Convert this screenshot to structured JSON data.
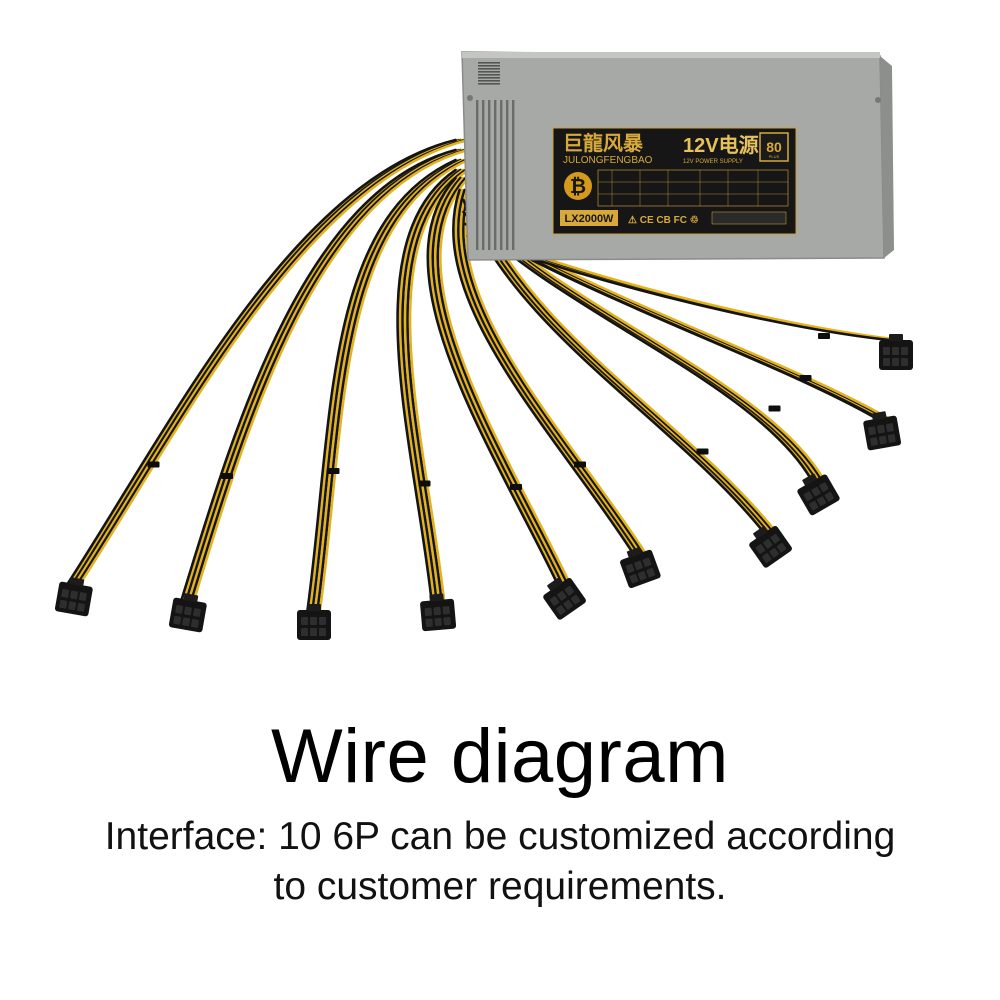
{
  "product": {
    "brand_cn": "巨龍风暴",
    "brand_en": "JULONGFENGBAO",
    "title_cn": "12V电源",
    "subtitle": "12V POWER SUPPLY",
    "model": "LX2000W",
    "efficiency_badge": "80",
    "efficiency_sub": "PLUS",
    "bitcoin_symbol": "₿",
    "cert_marks": "⚠ CE CB FC ♲",
    "connector_count": 10
  },
  "text": {
    "heading": "Wire diagram",
    "caption_line1": "Interface: 10 6P can be customized according",
    "caption_line2": "to customer requirements."
  },
  "colors": {
    "wire_yellow": "#e3b21f",
    "wire_black": "#141414",
    "casing": "#a7a9a6",
    "label_bg": "#161616",
    "label_gold": "#d8a93a"
  }
}
